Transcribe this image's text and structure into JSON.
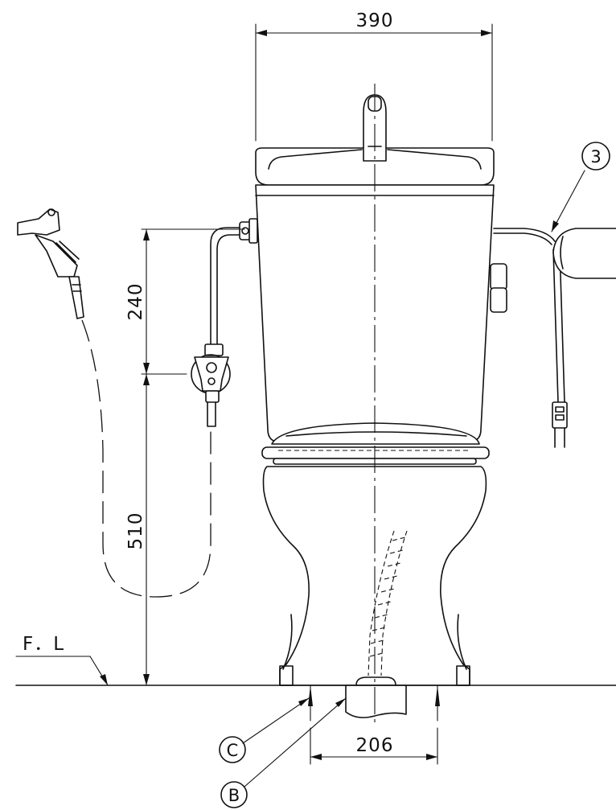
{
  "dimensions": {
    "overall_width": "390",
    "supply_height": "240",
    "floor_to_supply": "510",
    "outlet_width": "206"
  },
  "labels": {
    "floor_line": "F．L"
  },
  "callouts": {
    "item_3": "3",
    "item_b": "B",
    "item_c": "C"
  }
}
